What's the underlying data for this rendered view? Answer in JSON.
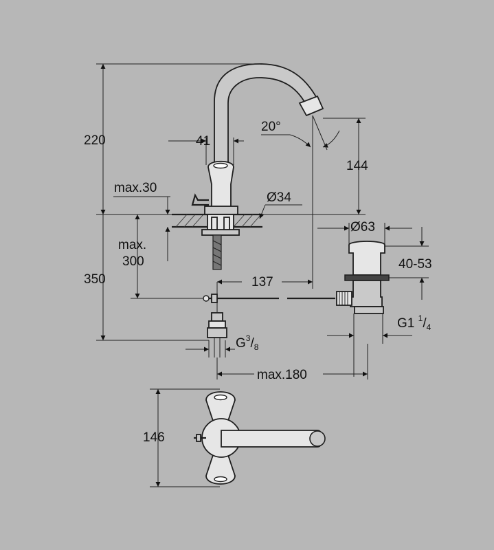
{
  "colors": {
    "background": "#b7b7b7",
    "line": "#1e1e1e",
    "part_fill": "#c9c9c9"
  },
  "dimensions": {
    "spout_height": "220",
    "handle_width": "41",
    "spout_angle": "20°",
    "spout_outlet_height": "144",
    "deck_thickness": "max.30",
    "mount_hole": "Ø34",
    "waste_flange": "Ø63",
    "waste_range": "40-53",
    "supply_length_label": "max.",
    "supply_length_value": "300",
    "under_deck_height": "350",
    "spout_reach": "137",
    "supply_thread": "G",
    "supply_thread_num": "3",
    "supply_thread_den": "8",
    "waste_thread": "G1",
    "waste_thread_num": "1",
    "waste_thread_den": "4",
    "pull_rod_length": "max.180",
    "plan_depth": "146"
  }
}
